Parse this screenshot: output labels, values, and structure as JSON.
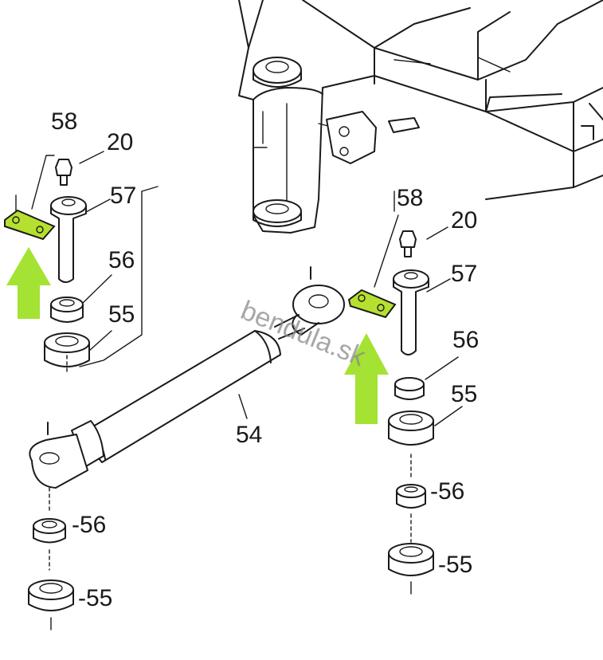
{
  "colors": {
    "highlight": "#b6e02f",
    "arrow": "#a4e233",
    "ink": "#1a1a1a",
    "watermark": "#8a8a8a"
  },
  "labels": {
    "p58_left": "58",
    "p20_left": "20",
    "p57_left": "57",
    "p56_left": "56",
    "p55_left": "55",
    "p58_right": "58",
    "p20_right": "20",
    "p57_right": "57",
    "p56_right": "56",
    "p55_right": "55",
    "p54": "54",
    "p56_bottom_left": "-56",
    "p55_bottom_left": "-55",
    "p56_bottom_right": "-56",
    "p55_bottom_right": "-55"
  },
  "watermark": "bendula.sk",
  "icons": {
    "pointer_left": "arrow-up-icon",
    "pointer_right": "arrow-up-icon"
  }
}
